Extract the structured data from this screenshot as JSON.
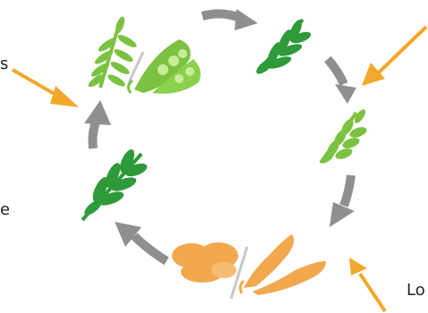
{
  "labels": {
    "left_top": "s",
    "left_mid": "e",
    "bottom_right": "Lo"
  },
  "colors": {
    "cycle_arrow": "#8f8f8f",
    "callout_arrow": "#f2a82a",
    "legume_green": "#7cc242",
    "cereal_green": "#2e9a3a",
    "wheat_green": "#7cc242",
    "legume_orange": "#f2a84d",
    "divider_gray": "#c8c8c8"
  },
  "icons": [
    "fern-legume-leaf-icon",
    "pea-pod-icon",
    "cereal-leaf-icon",
    "wheat-ear-icon",
    "dry-beans-icon",
    "dry-pod-icon"
  ]
}
